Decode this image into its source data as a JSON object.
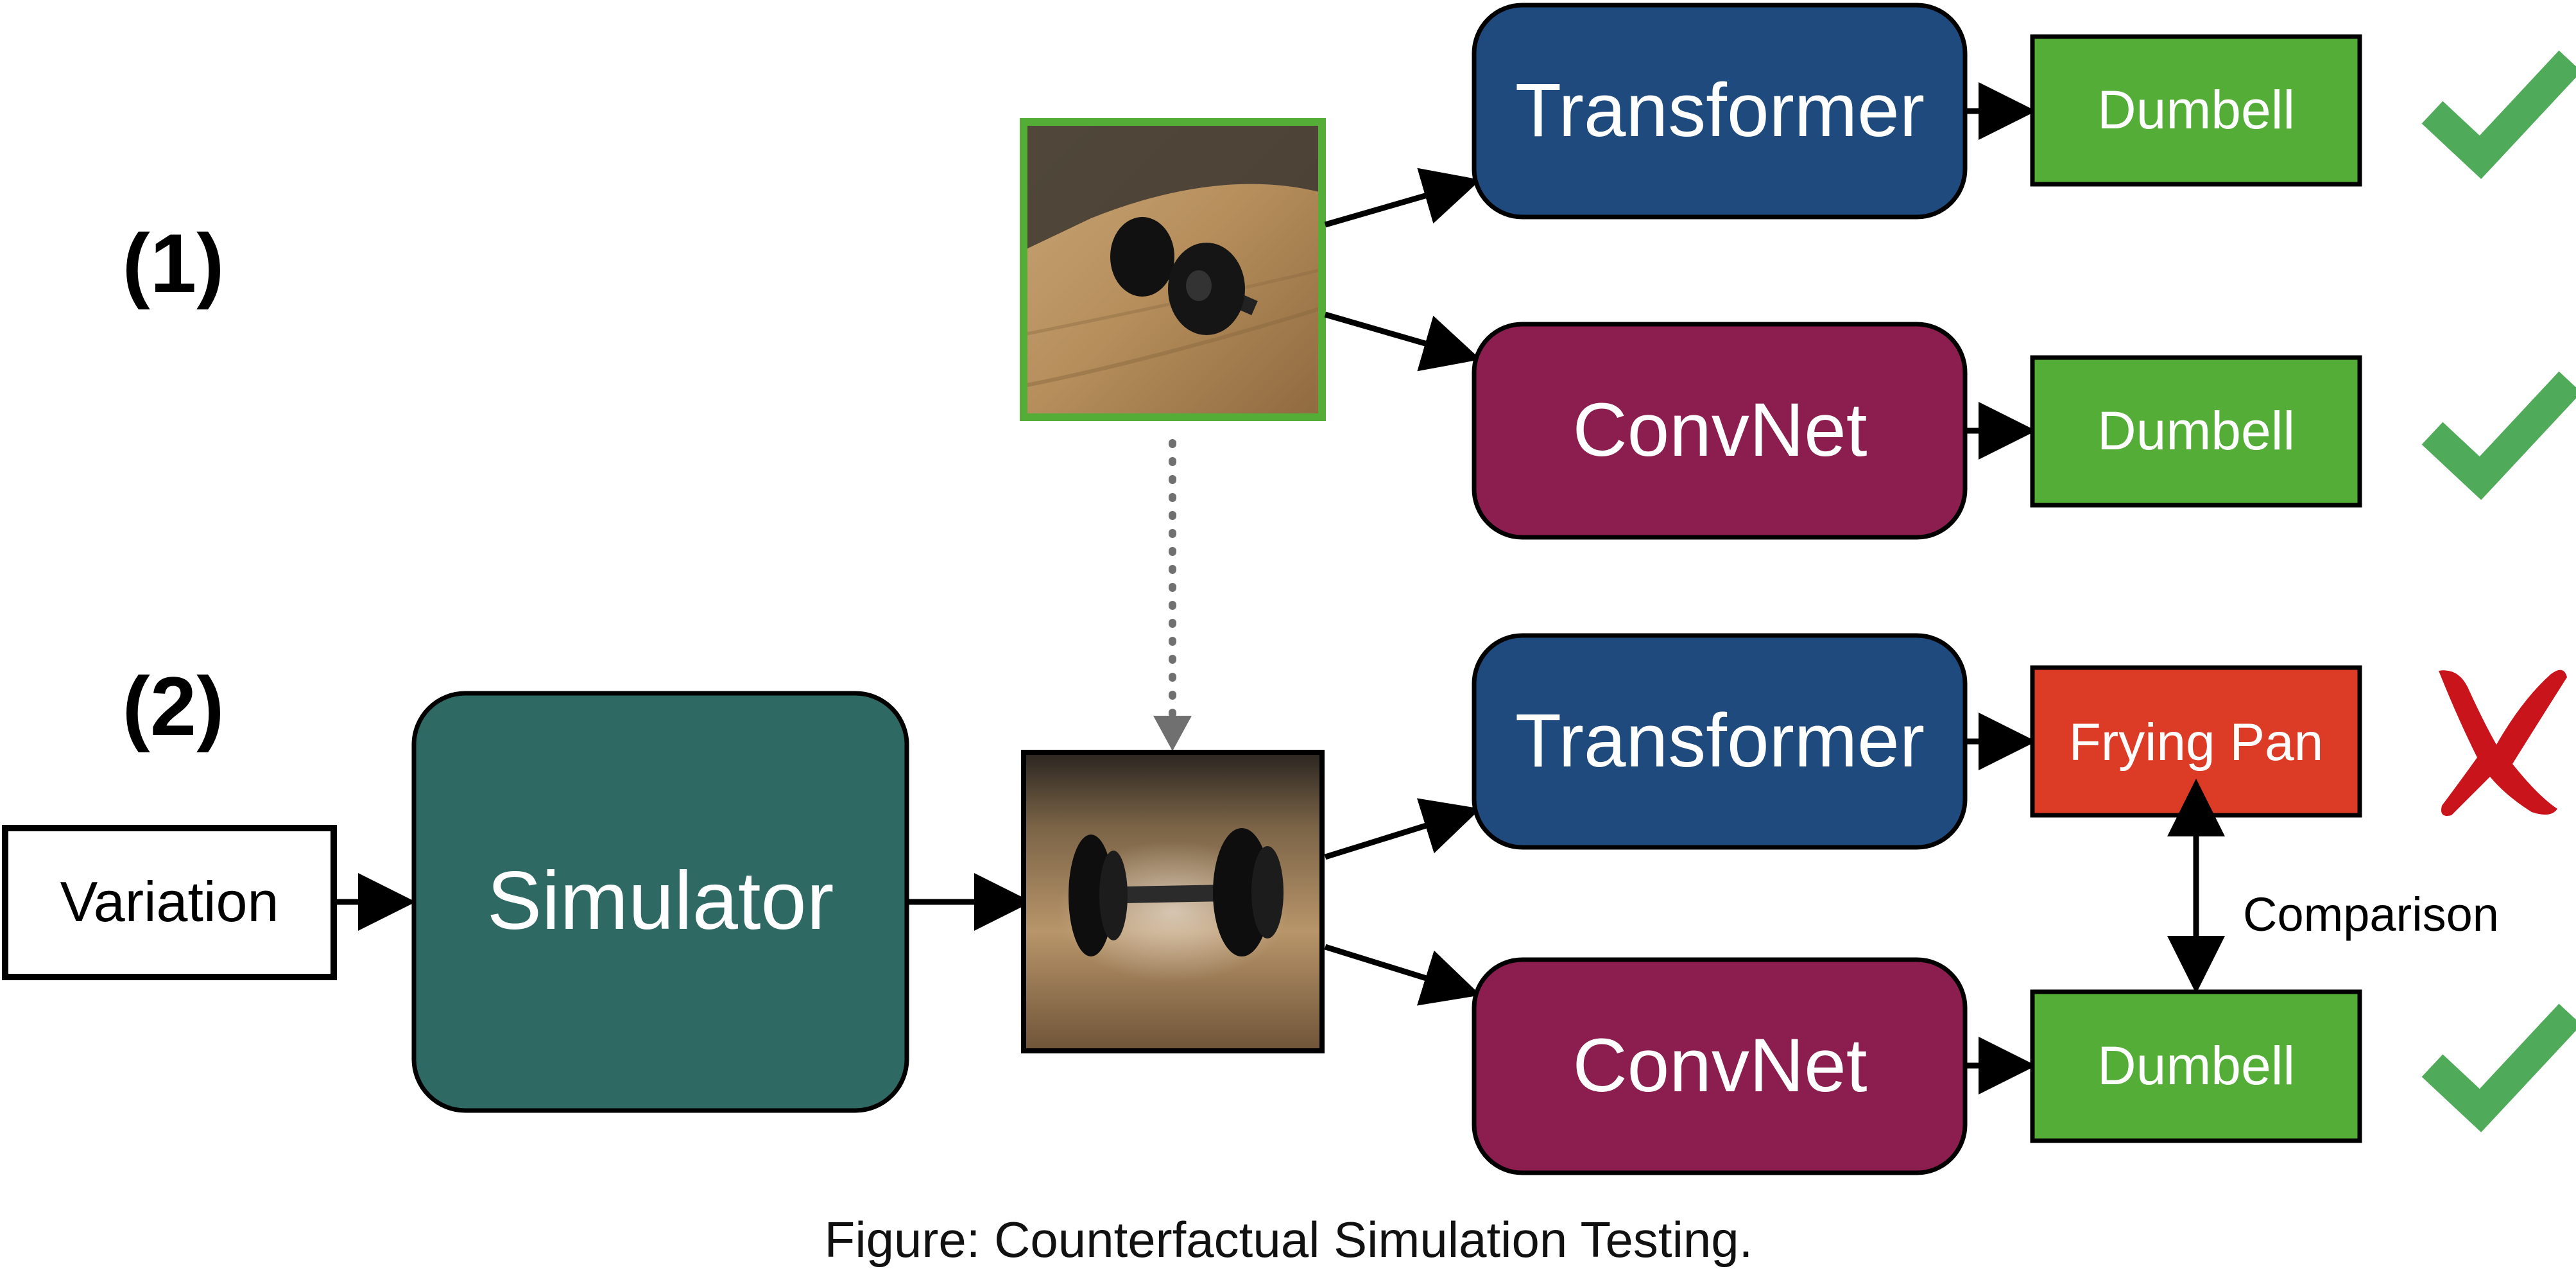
{
  "row_labels": {
    "row1": "(1)",
    "row2": "(2)"
  },
  "input_box": {
    "label": "Variation"
  },
  "simulator": {
    "label": "Simulator"
  },
  "row1": {
    "model_top": {
      "label": "Transformer",
      "prediction": "Dumbell",
      "verdict": "correct"
    },
    "model_bottom": {
      "label": "ConvNet",
      "prediction": "Dumbell",
      "verdict": "correct"
    }
  },
  "row2": {
    "model_top": {
      "label": "Transformer",
      "prediction": "Frying Pan",
      "verdict": "incorrect"
    },
    "model_bottom": {
      "label": "ConvNet",
      "prediction": "Dumbell",
      "verdict": "correct"
    },
    "comparison_label": "Comparison"
  },
  "caption": "Figure: Counterfactual Simulation Testing.",
  "colors": {
    "transformer": "#1f4a7d",
    "convnet": "#8b1e4f",
    "simulator": "#2e6964",
    "correct": "#53ad36",
    "incorrect": "#dc3b26",
    "check": "#4fab5a",
    "cross": "#c8141a",
    "image_border_original": "#53ad36"
  },
  "icons": {
    "correct": "check-icon",
    "incorrect": "cross-icon"
  }
}
